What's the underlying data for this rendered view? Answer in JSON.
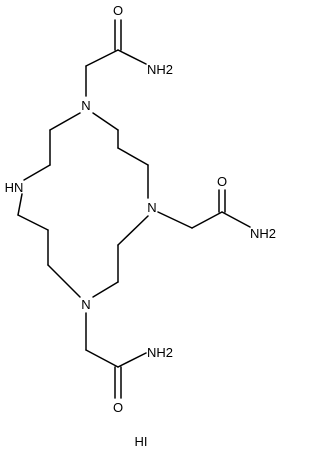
{
  "molecule": {
    "atoms": [
      {
        "id": "n_top",
        "label": "N"
      },
      {
        "id": "n_right",
        "label": "N"
      },
      {
        "id": "n_bottom",
        "label": "N"
      },
      {
        "id": "n_left",
        "label": "HN"
      },
      {
        "id": "o_top",
        "label": "O"
      },
      {
        "id": "nh2_top",
        "label": "NH2"
      },
      {
        "id": "o_right",
        "label": "O"
      },
      {
        "id": "nh2_right",
        "label": "NH2"
      },
      {
        "id": "o_bottom",
        "label": "O"
      },
      {
        "id": "nh2_bottom",
        "label": "NH2"
      }
    ],
    "counterion": "HI"
  },
  "colors": {
    "ink": "#000000",
    "background": "#ffffff"
  }
}
